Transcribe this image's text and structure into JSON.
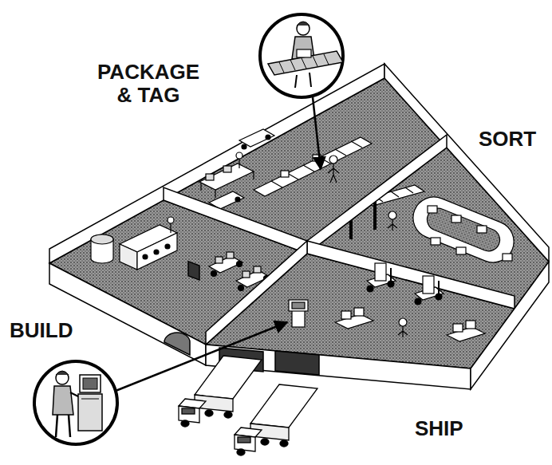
{
  "diagram": {
    "labels": [
      "PACKAGE & TAG",
      "SORT",
      "BUILD",
      "SHIP"
    ]
  }
}
